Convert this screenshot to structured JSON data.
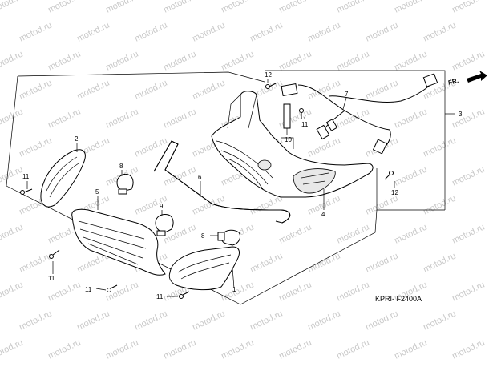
{
  "watermark": "motod.ru",
  "diagram_code": "KPRI- F2400A",
  "direction_marker": "FR.",
  "callouts": {
    "c1": "1",
    "c2": "2",
    "c3": "3",
    "c4": "4",
    "c5": "5",
    "c6": "6",
    "c7": "7",
    "c8a": "8",
    "c8b": "8",
    "c9": "9",
    "c10": "10",
    "c11a": "11",
    "c11b": "11",
    "c11c": "11",
    "c11d": "11",
    "c11e": "11",
    "c12a": "12",
    "c12b": "12"
  },
  "colors": {
    "line": "#000000",
    "watermark": "#c9c9c9",
    "background": "#ffffff"
  }
}
